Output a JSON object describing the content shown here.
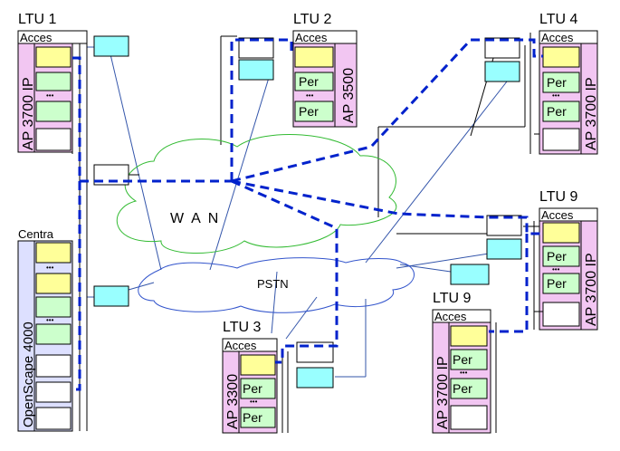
{
  "colors": {
    "cabinet_fill": "#f2c6f2",
    "slot_yellow": "#ffff99",
    "slot_green": "#ccffcc",
    "slot_white": "#ffffff",
    "router_cyan": "#99ffff",
    "wan_stroke": "#33bb33",
    "pstn_stroke": "#3355cc",
    "route_blue": "#0022cc",
    "wire": "#3355aa"
  },
  "wan": {
    "label": "W  A  N"
  },
  "pstn": {
    "label": "PSTN"
  },
  "ltus": [
    {
      "title": "LTU 1",
      "header": "Acces",
      "model": "AP 3700 IP"
    },
    {
      "title": "LTU 2",
      "header": "Acces",
      "model": "AP 3500"
    },
    {
      "title": "LTU 4",
      "header": "Acces",
      "model": "AP 3700 IP"
    },
    {
      "title": "LTU 9",
      "header": "Acces",
      "model": "AP 3700 IP"
    },
    {
      "title": "LTU 9",
      "header": "Acces",
      "model": "AP 3700 IP"
    },
    {
      "title": "LTU 3",
      "header": "Acces",
      "model": "AP 3300"
    }
  ],
  "central": {
    "header": "Centra",
    "model": "OpenScape 4000"
  },
  "slot_labels": {
    "per": "Per",
    "dots": "•••"
  },
  "icons": {
    "router": "router-icon",
    "network_cloud": "cloud-icon"
  }
}
